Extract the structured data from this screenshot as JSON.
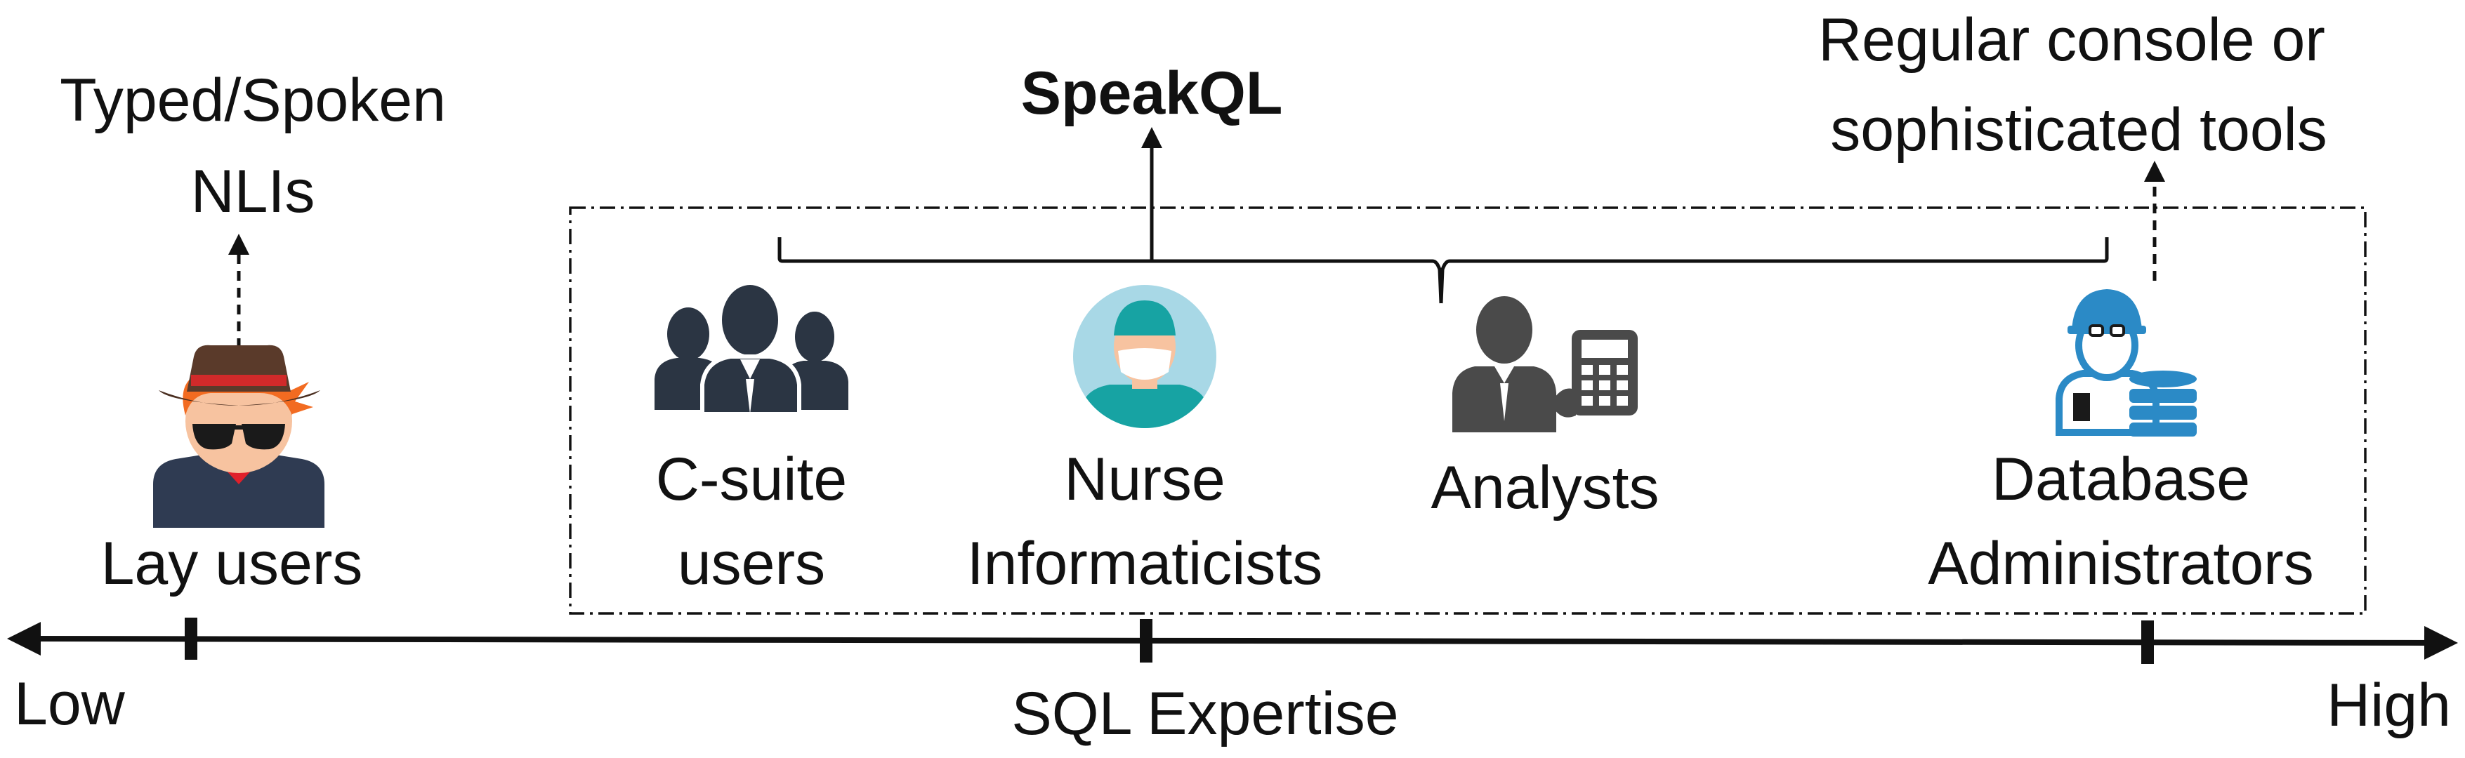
{
  "axis": {
    "low_label": "Low",
    "high_label": "High",
    "title": "SQL Expertise"
  },
  "nli": {
    "label_line1": "Typed/Spoken",
    "label_line2": "NLIs",
    "user_label": "Lay users"
  },
  "speakql": {
    "title": "SpeakQL"
  },
  "console": {
    "label_line1": "Regular console or",
    "label_line2": "sophisticated tools"
  },
  "groups": [
    {
      "line1": "C-suite",
      "line2": "users",
      "icon": "group-of-people-icon"
    },
    {
      "line1": "Nurse",
      "line2": "Informaticists",
      "icon": "nurse-icon"
    },
    {
      "line1": "Analysts",
      "line2": "",
      "icon": "analyst-with-calculator-icon"
    },
    {
      "line1": "Database",
      "line2": "Administrators",
      "icon": "dba-with-database-icon"
    }
  ],
  "colors": {
    "ink": "#111111",
    "icon_dark": "#2b3543",
    "icon_gray": "#4a4a4a",
    "nurse_bg": "#a8d8e6",
    "nurse_teal": "#17a3a3",
    "skin": "#f7c3a0",
    "hair_orange": "#f26b21",
    "hat": "#5a3a2a",
    "hat_band": "#d12a2a",
    "shirt_red": "#e0202a",
    "jacket": "#2f3b52",
    "dba_blue": "#2b8ac6"
  }
}
